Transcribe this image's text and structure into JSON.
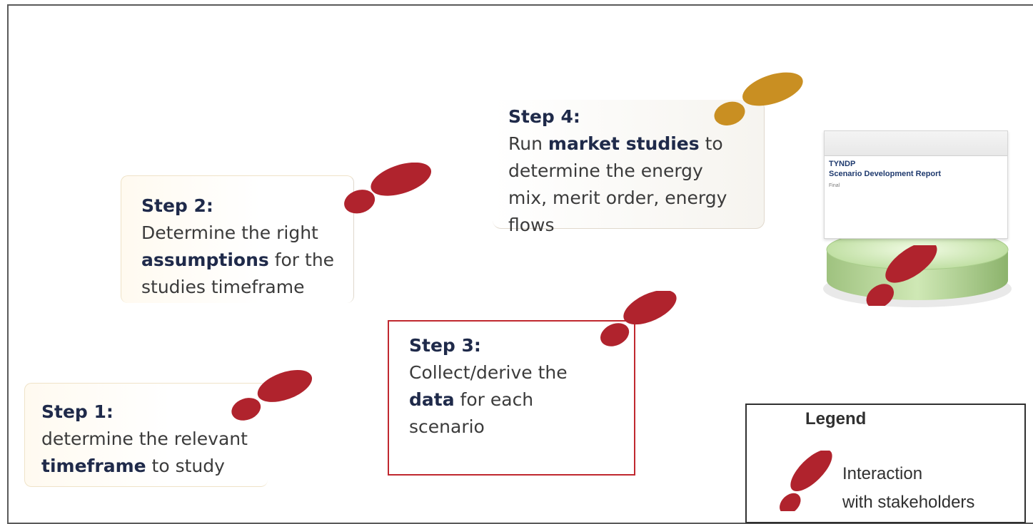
{
  "diagram": {
    "steps": [
      {
        "id": 1,
        "title": "Step 1:",
        "line1": "determine the relevant",
        "bold": "timeframe",
        "rest": " to study"
      },
      {
        "id": 2,
        "title": "Step 2:",
        "line1": "Determine the right",
        "bold": "assumptions",
        "rest": " for the",
        "line3": "studies timeframe"
      },
      {
        "id": 3,
        "title": "Step 3:",
        "line1": "Collect/derive the",
        "bold": "data",
        "rest": " for each",
        "line3": "scenario"
      },
      {
        "id": 4,
        "title": "Step 4:",
        "pre": "Run ",
        "bold": "market studies",
        "rest": " to",
        "line3": "determine the energy",
        "line4": "mix, merit order, energy",
        "line5": "flows"
      }
    ],
    "report": {
      "line1": "TYNDP",
      "line2": "Scenario Development Report",
      "line3": "Final"
    },
    "legend": {
      "title": "Legend",
      "item_line1": "Interaction",
      "item_line2": "with stakeholders"
    },
    "colors": {
      "footprint_red": "#b0232d",
      "footprint_gold": "#c98f22",
      "step3_border": "#c0282f",
      "title_navy": "#1f2a4a",
      "platform_green": "#bde0a0"
    }
  }
}
